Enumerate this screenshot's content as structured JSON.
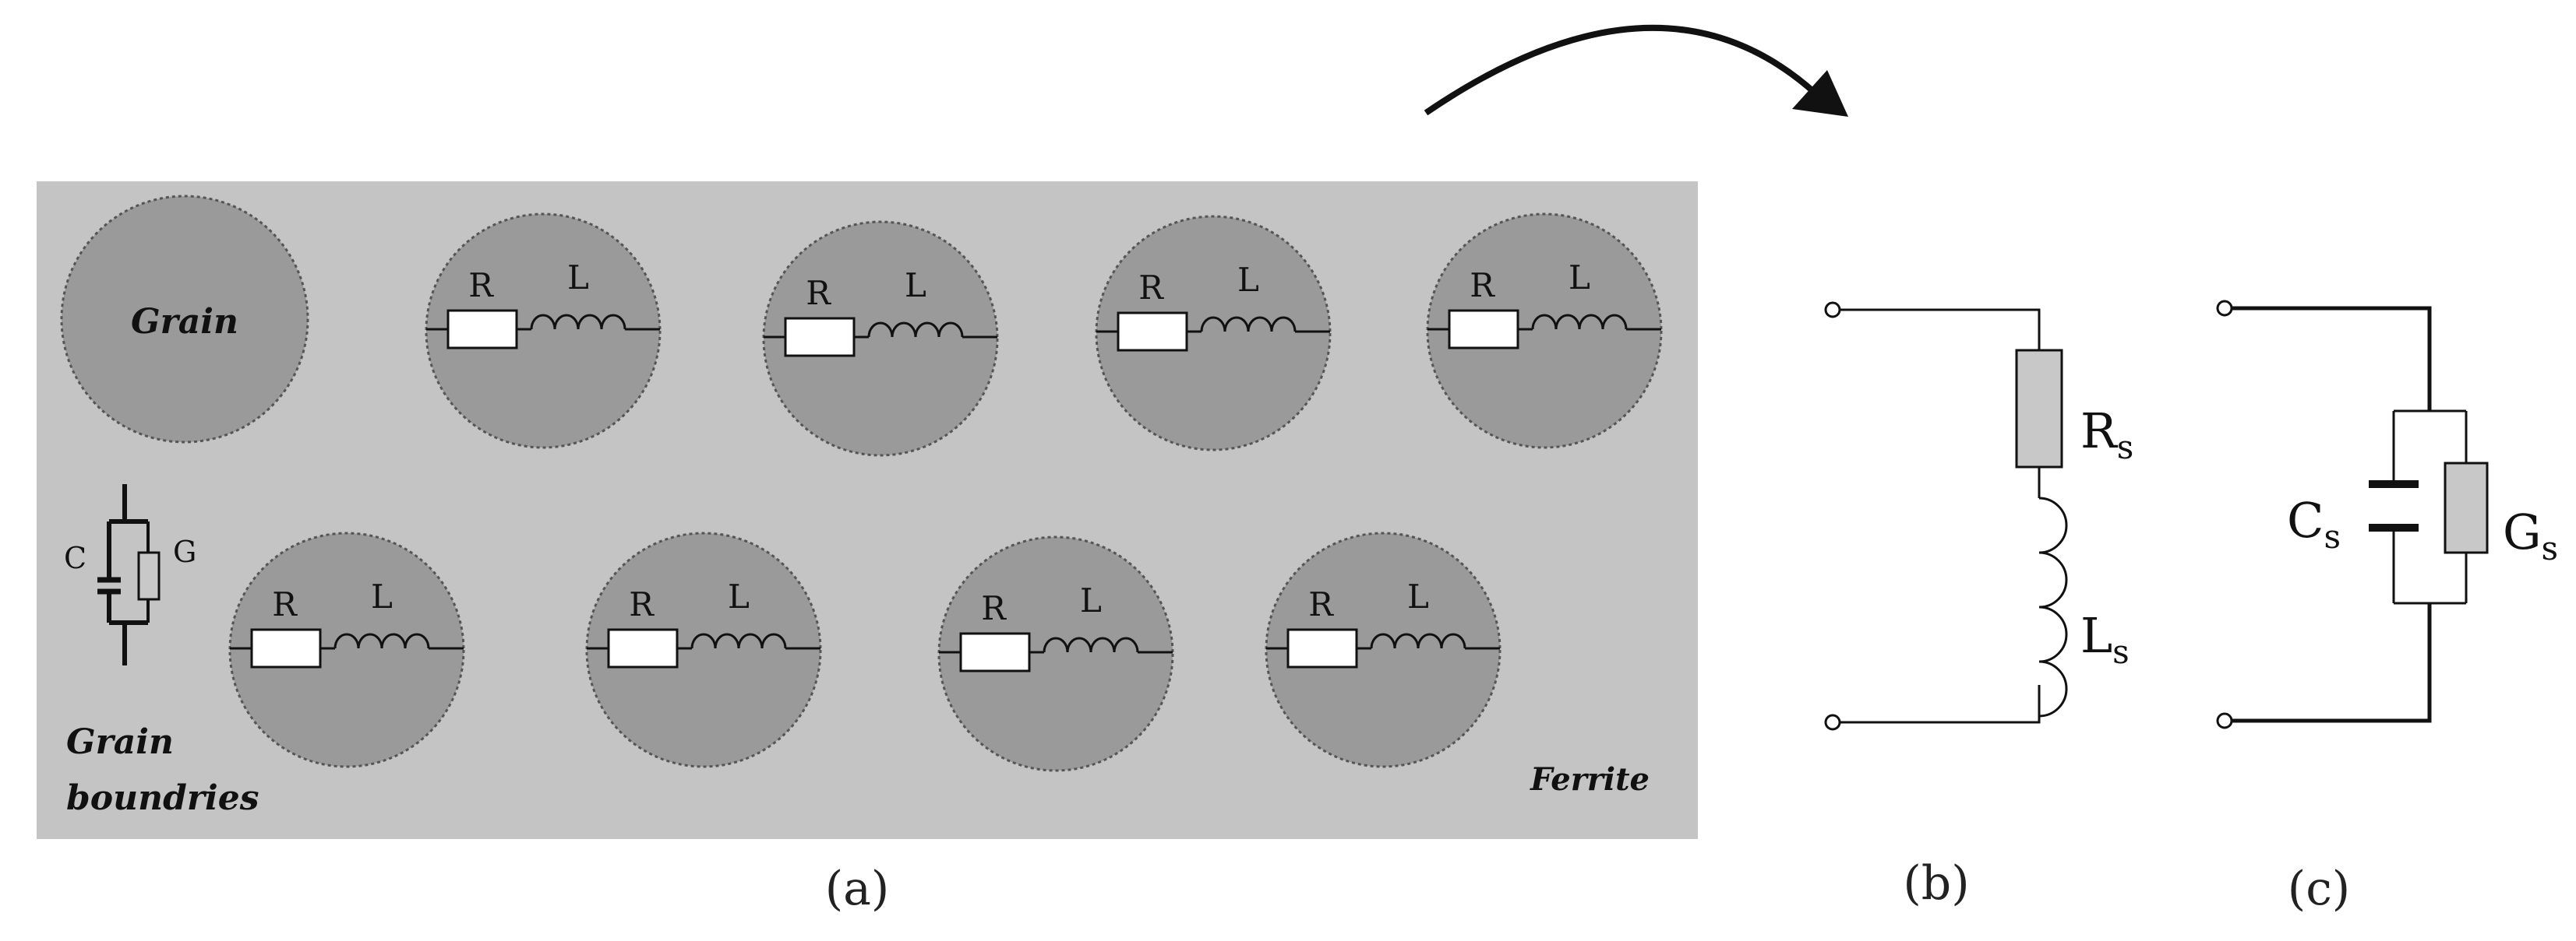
{
  "panel_a": {
    "caption": "(a)",
    "grain_label": "Grain",
    "grain_boundaries_label_line1": "Grain",
    "grain_boundaries_label_line2": "boundries",
    "ferrite_label": "Ferrite",
    "resistor_label": "R",
    "inductor_label": "L",
    "capacitor_label": "C",
    "conductance_label": "G"
  },
  "panel_b": {
    "caption": "(b)",
    "resistor_label": "R",
    "resistor_subscript": "s",
    "inductor_label": "L",
    "inductor_subscript": "s"
  },
  "panel_c": {
    "caption": "(c)",
    "capacitor_label": "C",
    "capacitor_subscript": "s",
    "conductance_label": "G",
    "conductance_subscript": "s"
  },
  "colors": {
    "ferrite_background": "#c4c4c4",
    "grain_fill": "#9a9a9a",
    "component_fill": "#c8c8c8",
    "line": "#1a1a1a"
  }
}
